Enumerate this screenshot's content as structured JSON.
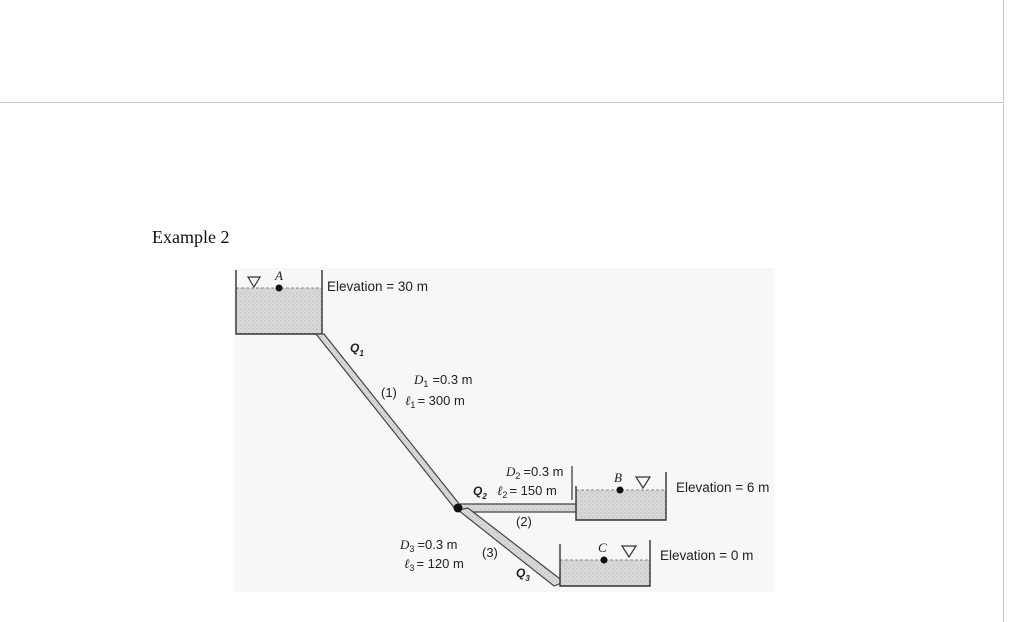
{
  "heading": "Example 2",
  "diagram": {
    "reservoir_a": {
      "label": "A",
      "elevation": "Elevation = 30 m"
    },
    "reservoir_b": {
      "label": "B",
      "elevation": "Elevation = 6 m"
    },
    "reservoir_c": {
      "label": "C",
      "elevation": "Elevation = 0 m"
    },
    "pipe1": {
      "number": "(1)",
      "flow": "Q",
      "flow_sub": "1",
      "diameter_val": "=0.3 m",
      "length_val": "= 300 m",
      "d_sub": "1",
      "l_sub": "1"
    },
    "pipe2": {
      "number": "(2)",
      "flow": "Q",
      "flow_sub": "2",
      "diameter_val": "=0.3 m",
      "length_val": "= 150 m",
      "d_sub": "2",
      "l_sub": "2"
    },
    "pipe3": {
      "number": "(3)",
      "flow": "Q",
      "flow_sub": "3",
      "diameter_val": "=0.3 m",
      "length_val": "= 120 m",
      "d_sub": "3",
      "l_sub": "3"
    },
    "symbols": {
      "diameter": "D",
      "length": "ℓ"
    }
  }
}
